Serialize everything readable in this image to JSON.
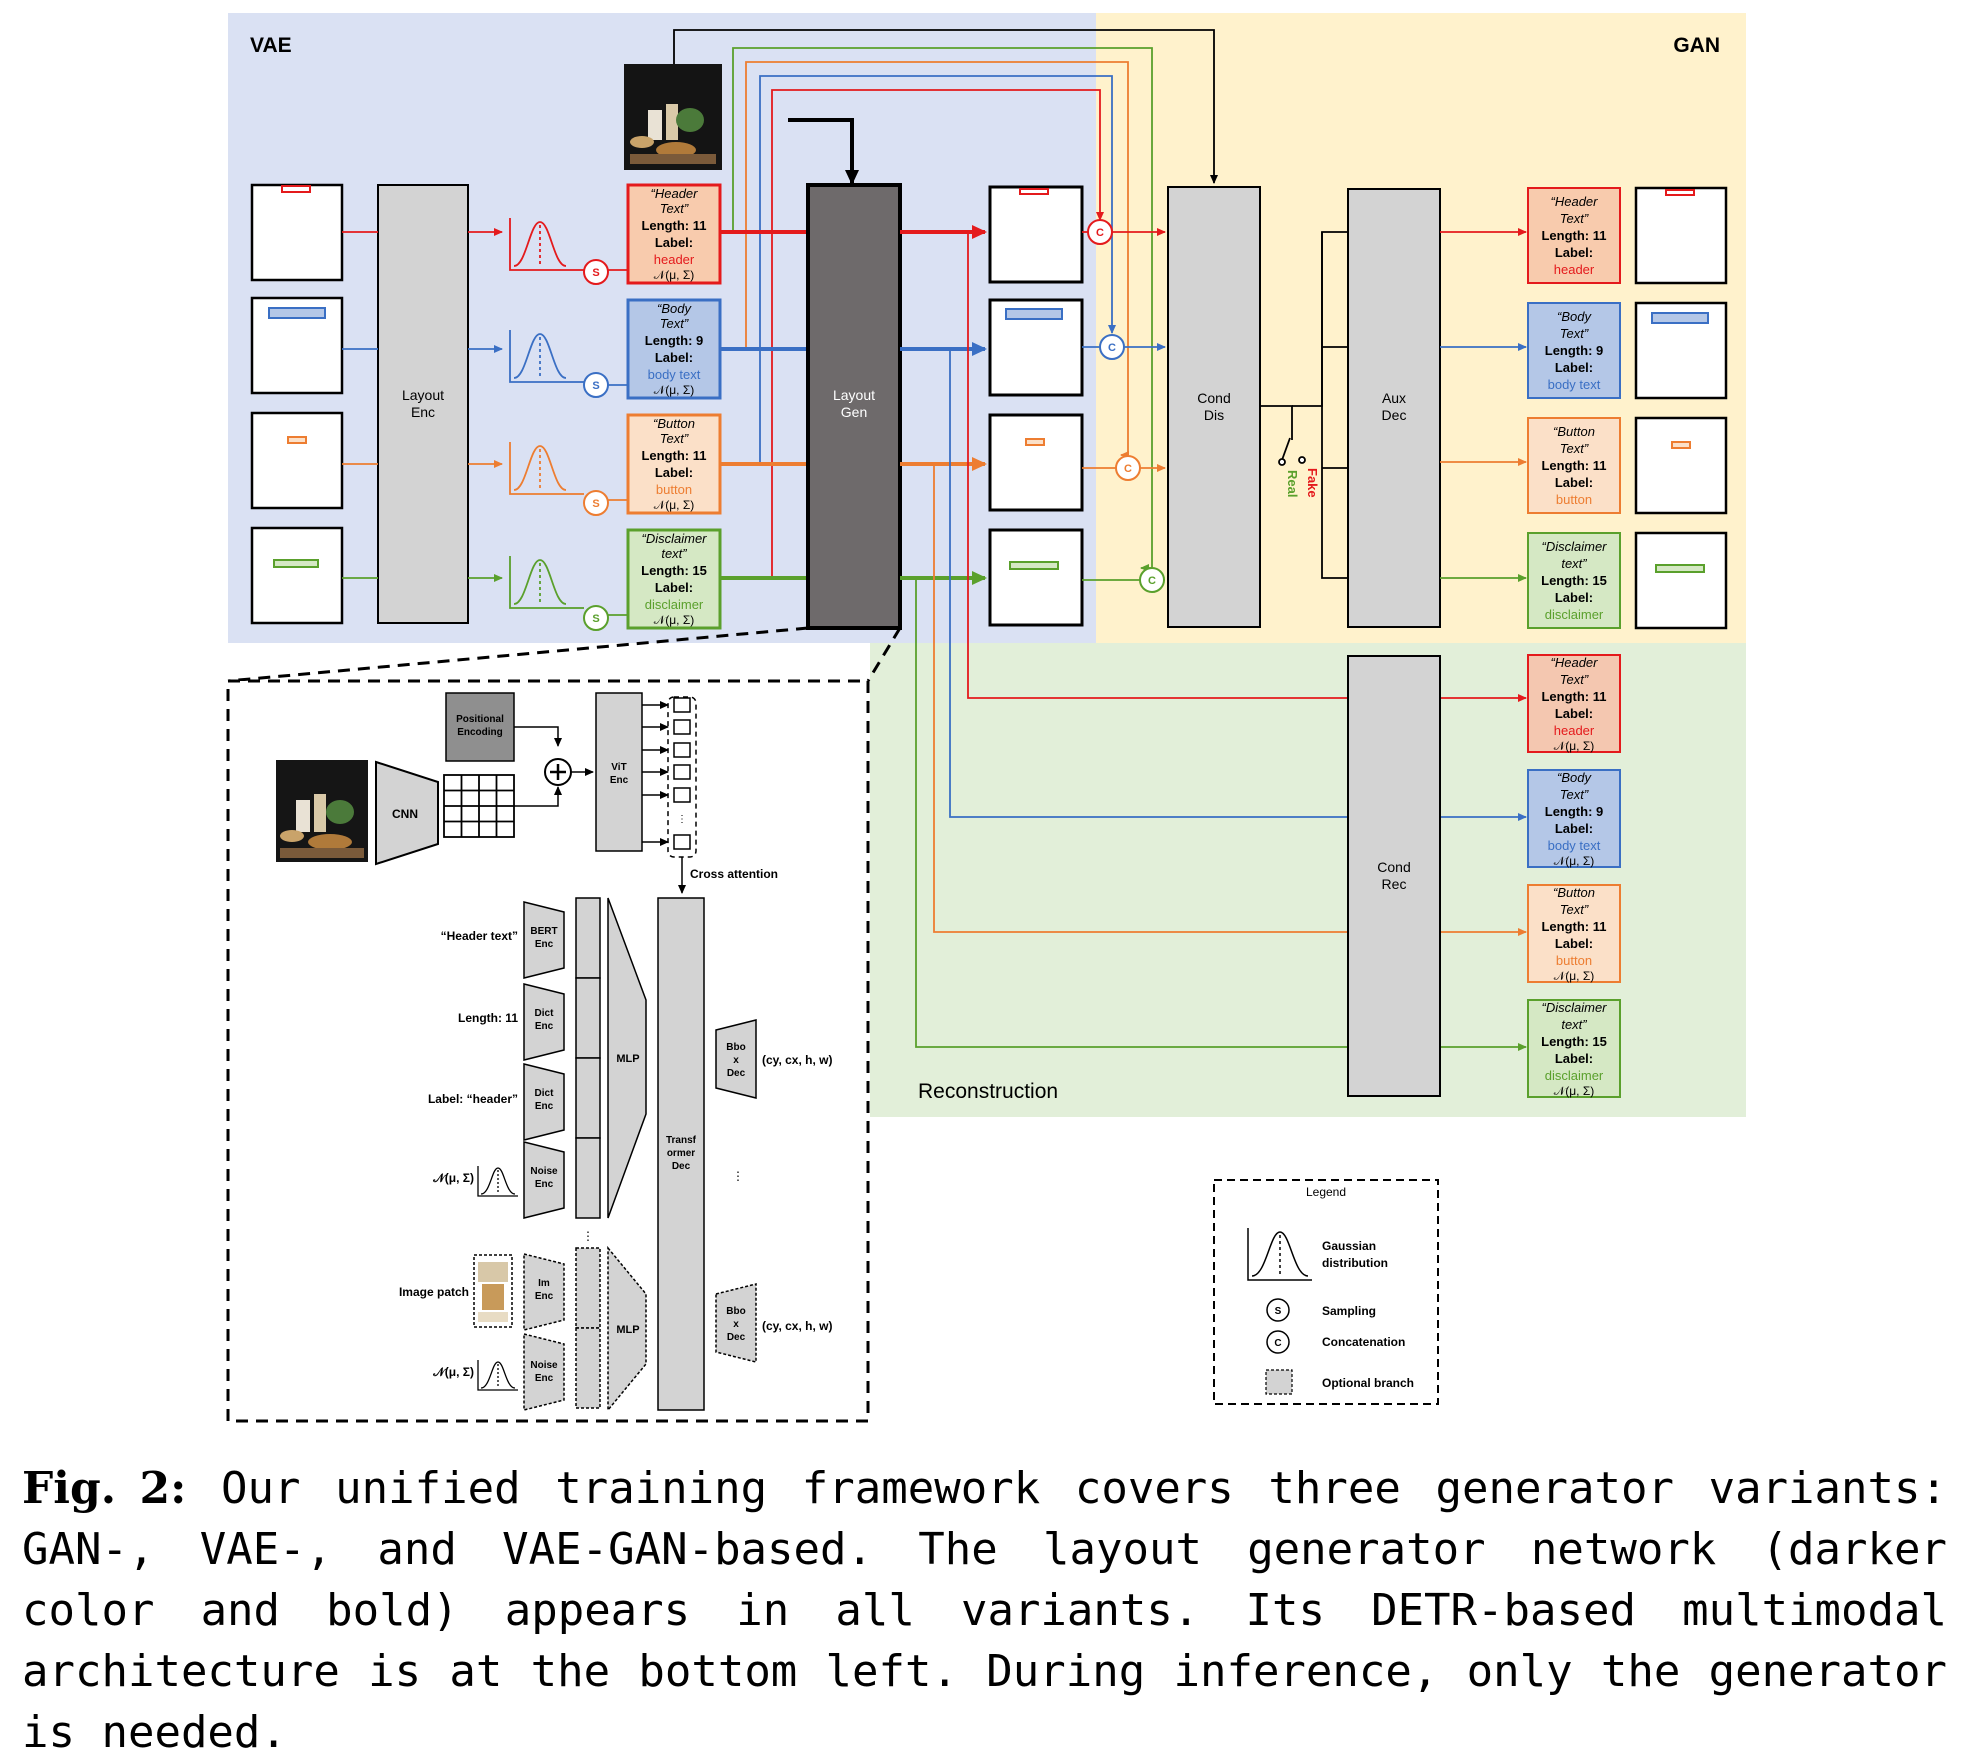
{
  "regions": {
    "vae": "VAE",
    "gan": "GAN",
    "reconstruction": "Reconstruction"
  },
  "blocks": {
    "layout_enc": [
      "Layout",
      "Enc"
    ],
    "layout_gen": [
      "Layout",
      "Gen"
    ],
    "cond_dis": [
      "Cond",
      "Dis"
    ],
    "aux_dec": [
      "Aux",
      "Dec"
    ],
    "cond_rec": [
      "Cond",
      "Rec"
    ]
  },
  "switch": {
    "real": "Real",
    "fake": "Fake"
  },
  "symbols": {
    "sampling": "S",
    "concat": "C"
  },
  "elements": [
    {
      "q1": "“Header",
      "q2": "Text”",
      "length": "Length: 11",
      "label_key": "Label:",
      "label": "header",
      "dist": "𝒩(μ, Σ)",
      "color": "#e41a1c",
      "fill": "#f8cbad",
      "rfill": "#f4c7b0"
    },
    {
      "q1": "“Body",
      "q2": "Text”",
      "length": "Length: 9",
      "label_key": "Label:",
      "label": "body text",
      "dist": "𝒩(μ, Σ)",
      "color": "#3a6fc4",
      "fill": "#b4c7e7",
      "rfill": "#b4c7e7"
    },
    {
      "q1": "“Button",
      "q2": "Text”",
      "length": "Length: 11",
      "label_key": "Label:",
      "label": "button",
      "dist": "𝒩(μ, Σ)",
      "color": "#ed7d31",
      "fill": "#fbe0c8",
      "rfill": "#fbe0c8"
    },
    {
      "q1": "“Disclaimer",
      "q2": "text”",
      "length": "Length: 15",
      "label_key": "Label:",
      "label": "disclaimer",
      "dist": "𝒩(μ, Σ)",
      "color": "#5aa02c",
      "fill": "#d5e8c4",
      "rfill": "#d5e8c4"
    }
  ],
  "detail": {
    "positional_encoding": [
      "Positional",
      "Encoding"
    ],
    "cnn": "CNN",
    "vit_enc": [
      "ViT",
      "Enc"
    ],
    "cross_attention": "Cross attention",
    "inputs": {
      "header_text": "“Header text”",
      "length": "Length: 11",
      "label": "Label: “header”",
      "noise": "𝒩(μ, Σ)",
      "image_patch": "Image patch",
      "noise2": "𝒩(μ, Σ)"
    },
    "encoders": {
      "bert": [
        "BERT",
        "Enc"
      ],
      "dict1": [
        "Dict",
        "Enc"
      ],
      "dict2": [
        "Dict",
        "Enc"
      ],
      "noise": [
        "Noise",
        "Enc"
      ],
      "im": [
        "Im",
        "Enc"
      ],
      "noise2": [
        "Noise",
        "Enc"
      ]
    },
    "mlp": "MLP",
    "mlp2": "MLP",
    "transformer_dec": [
      "Transf",
      "ormer",
      "Dec"
    ],
    "bbox_dec": [
      "Bbo",
      "x",
      "Dec"
    ],
    "bbox_out": "(cy, cx, h, w)",
    "bbox_out2": "(cy, cx, h, w)"
  },
  "legend": {
    "title": "Legend",
    "gaussian": [
      "Gaussian",
      "distribution"
    ],
    "sampling": "Sampling",
    "concatenation": "Concatenation",
    "optional": "Optional branch"
  },
  "caption": {
    "label": "Fig. 2:",
    "text": "Our unified training framework covers three generator variants: GAN-, VAE-, and VAE-GAN-based. The layout generator network (darker color and bold) appears in all variants. Its DETR-based multimodal architecture is at the bottom left. During inference, only the generator is needed."
  },
  "colors": {
    "vae_bg": "#dae1f3",
    "gan_bg": "#fff2cc",
    "rec_bg": "#e2efd9",
    "block_gray": "#d3d3d3",
    "gen_dark": "#6e6a6b",
    "header": "#e41a1c",
    "body": "#3a6fc4",
    "button": "#ed7d31",
    "disclaimer": "#5aa02c"
  }
}
